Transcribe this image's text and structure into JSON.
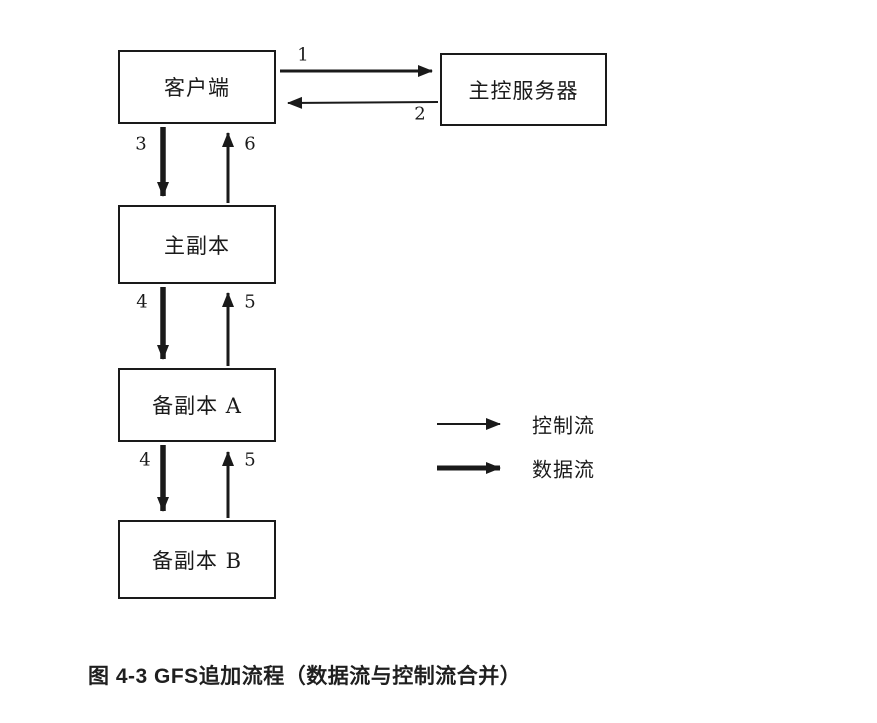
{
  "figure": {
    "caption": "图 4-3 GFS追加流程（数据流与控制流合并）"
  },
  "nodes": {
    "client": {
      "label": "客户端"
    },
    "master": {
      "label": "主控服务器"
    },
    "primary": {
      "label": "主副本"
    },
    "secondaryA": {
      "label": "备副本 A"
    },
    "secondaryB": {
      "label": "备副本 B"
    }
  },
  "steps": {
    "s1": "1",
    "s2": "2",
    "s3": "3",
    "s4a": "4",
    "s5a": "5",
    "s4b": "4",
    "s5b": "5",
    "s6": "6"
  },
  "legend": {
    "control": "控制流",
    "data": "数据流"
  },
  "colors": {
    "ink": "#1a1a1a",
    "background": "#ffffff"
  }
}
